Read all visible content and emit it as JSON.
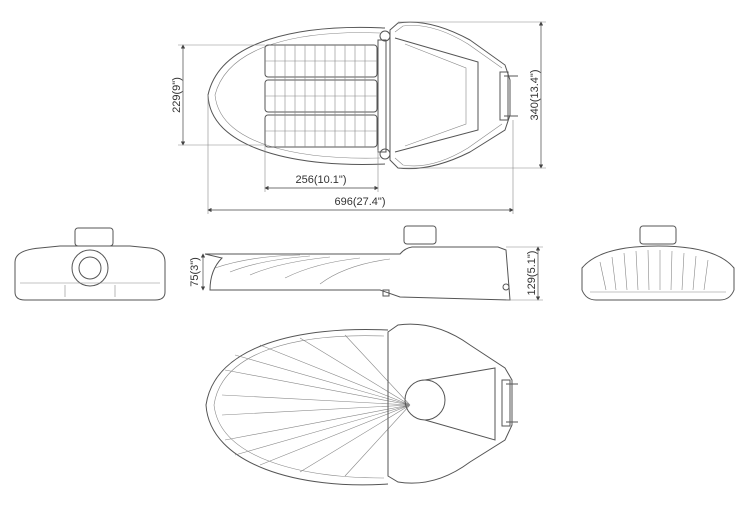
{
  "dimensions": {
    "top_height": "229(9\")",
    "total_width_depth": "340(13.4\")",
    "led_width": "256(10.1\")",
    "total_length": "696(27.4\")",
    "body_height": "75(3\")",
    "total_height": "129(5.1\")"
  },
  "colors": {
    "line": "#555555",
    "background": "#ffffff"
  }
}
